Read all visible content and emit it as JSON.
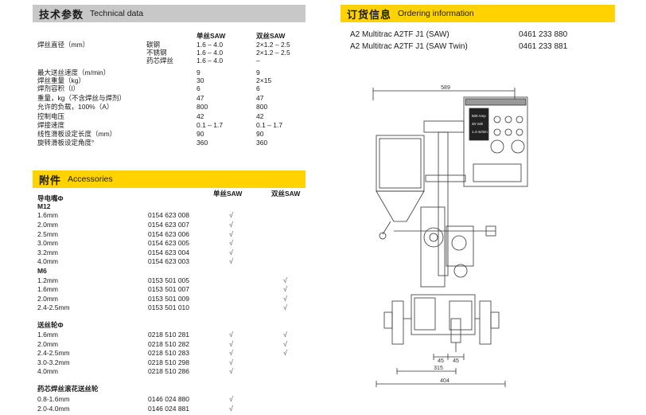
{
  "tech": {
    "title_cn": "技术参数",
    "title_en": "Technical data",
    "col_saw": "单丝SAW",
    "col_twin": "双丝SAW",
    "rows": [
      {
        "label": "焊丝直径（mm）",
        "sub": "碳钢",
        "saw": "1.6 – 4.0",
        "twin": "2×1.2 – 2.5"
      },
      {
        "label": "",
        "sub": "不锈钢",
        "saw": "1.6 – 4.0",
        "twin": "2×1.2 – 2.5"
      },
      {
        "label": "",
        "sub": "药芯焊丝",
        "saw": "1.6 – 4.0",
        "twin": "–"
      },
      {
        "label": "最大送丝速度（m/min）",
        "sub": "",
        "saw": "9",
        "twin": "9"
      },
      {
        "label": "焊丝重量（kg）",
        "sub": "",
        "saw": "30",
        "twin": "2×15"
      },
      {
        "label": "焊剂容积（l）",
        "sub": "",
        "saw": "6",
        "twin": "6"
      },
      {
        "label": "重量，kg（不含焊丝与焊剂）",
        "sub": "",
        "saw": "47",
        "twin": "47"
      },
      {
        "label": "允许的负载，100%（A）",
        "sub": "",
        "saw": "800",
        "twin": "800"
      },
      {
        "label": "控制电压",
        "sub": "",
        "saw": "42",
        "twin": "42"
      },
      {
        "label": "焊接速度",
        "sub": "",
        "saw": "0.1 – 1.7",
        "twin": "0.1 – 1.7"
      },
      {
        "label": "线性滑板设定长度（mm）",
        "sub": "",
        "saw": "90",
        "twin": "90"
      },
      {
        "label": "旋转滑板设定角度°",
        "sub": "",
        "saw": "360",
        "twin": "360"
      }
    ]
  },
  "acc": {
    "title_cn": "附件",
    "title_en": "Accessories",
    "col_saw": "单丝SAW",
    "col_twin": "双丝SAW",
    "check": "√",
    "groups": [
      {
        "title": "导电嘴Φ",
        "subgroups": [
          {
            "title": "M12",
            "items": [
              {
                "size": "1.6mm",
                "code": "0154 623 008",
                "saw": true,
                "twin": false
              },
              {
                "size": "2.0mm",
                "code": "0154 623 007",
                "saw": true,
                "twin": false
              },
              {
                "size": "2.5mm",
                "code": "0154 623 006",
                "saw": true,
                "twin": false
              },
              {
                "size": "3.0mm",
                "code": "0154 623 005",
                "saw": true,
                "twin": false
              },
              {
                "size": "3.2mm",
                "code": "0154 623 004",
                "saw": true,
                "twin": false
              },
              {
                "size": "4.0mm",
                "code": "0154 623 003",
                "saw": true,
                "twin": false
              }
            ]
          },
          {
            "title": "M6",
            "items": [
              {
                "size": "1.2mm",
                "code": "0153 501 005",
                "saw": false,
                "twin": true
              },
              {
                "size": "1.6mm",
                "code": "0153 501 007",
                "saw": false,
                "twin": true
              },
              {
                "size": "2.0mm",
                "code": "0153 501 009",
                "saw": false,
                "twin": true
              },
              {
                "size": "2.4-2.5mm",
                "code": "0153 501 010",
                "saw": false,
                "twin": true
              }
            ]
          }
        ]
      },
      {
        "title": "送丝轮Φ",
        "subgroups": [
          {
            "title": "",
            "items": [
              {
                "size": "1.6mm",
                "code": "0218 510 281",
                "saw": true,
                "twin": true
              },
              {
                "size": "2.0mm",
                "code": "0218 510 282",
                "saw": true,
                "twin": true
              },
              {
                "size": "2.4-2.5mm",
                "code": "0218 510 283",
                "saw": true,
                "twin": true
              },
              {
                "size": "3.0-3.2mm",
                "code": "0218 510 298",
                "saw": true,
                "twin": false
              },
              {
                "size": "4.0mm",
                "code": "0218 510 286",
                "saw": true,
                "twin": false
              }
            ]
          }
        ]
      },
      {
        "title": "药芯焊丝滚花送丝轮",
        "subgroups": [
          {
            "title": "",
            "items": [
              {
                "size": "0.8-1.6mm",
                "code": "0146 024 880",
                "saw": true,
                "twin": false
              },
              {
                "size": "2.0-4.0mm",
                "code": "0146 024 881",
                "saw": true,
                "twin": false
              }
            ]
          }
        ]
      }
    ]
  },
  "order": {
    "title_cn": "订货信息",
    "title_en": "Ordering information",
    "items": [
      {
        "name": "A2 Multitrac A2TF J1 (SAW)",
        "code": "0461 233 880"
      },
      {
        "name": "A2 Multitrac A2TF J1 (SAW Twin)",
        "code": "0461 233 881"
      }
    ]
  },
  "drawing": {
    "dim_width": "589",
    "dim_315": "315",
    "dim_404": "404",
    "dim_45a": "45",
    "dim_45b": "45",
    "screen_lines": [
      "500 Amp",
      "40 Volt",
      "1.4 m/min"
    ]
  },
  "colors": {
    "grey_header": "#c8c8c8",
    "yellow_header": "#ffd200"
  }
}
